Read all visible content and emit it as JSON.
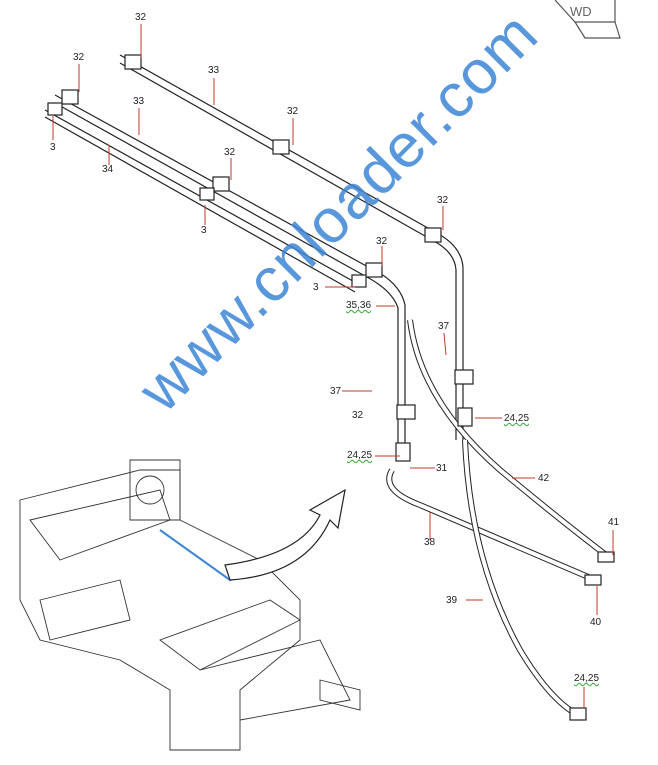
{
  "diagram": {
    "logo_text": "WD",
    "watermark": "www.cnloader.com",
    "callouts": [
      "32",
      "33",
      "32",
      "33",
      "32",
      "34",
      "3",
      "32",
      "3",
      "32",
      "32",
      "3",
      "35,36",
      "37",
      "37",
      "32",
      "24,25",
      "24,25",
      "31",
      "42",
      "41",
      "38",
      "40",
      "39",
      "24,25"
    ],
    "colors": {
      "leader": "#c0392b",
      "watermark": "#3d86d6",
      "line": "#222222"
    }
  }
}
